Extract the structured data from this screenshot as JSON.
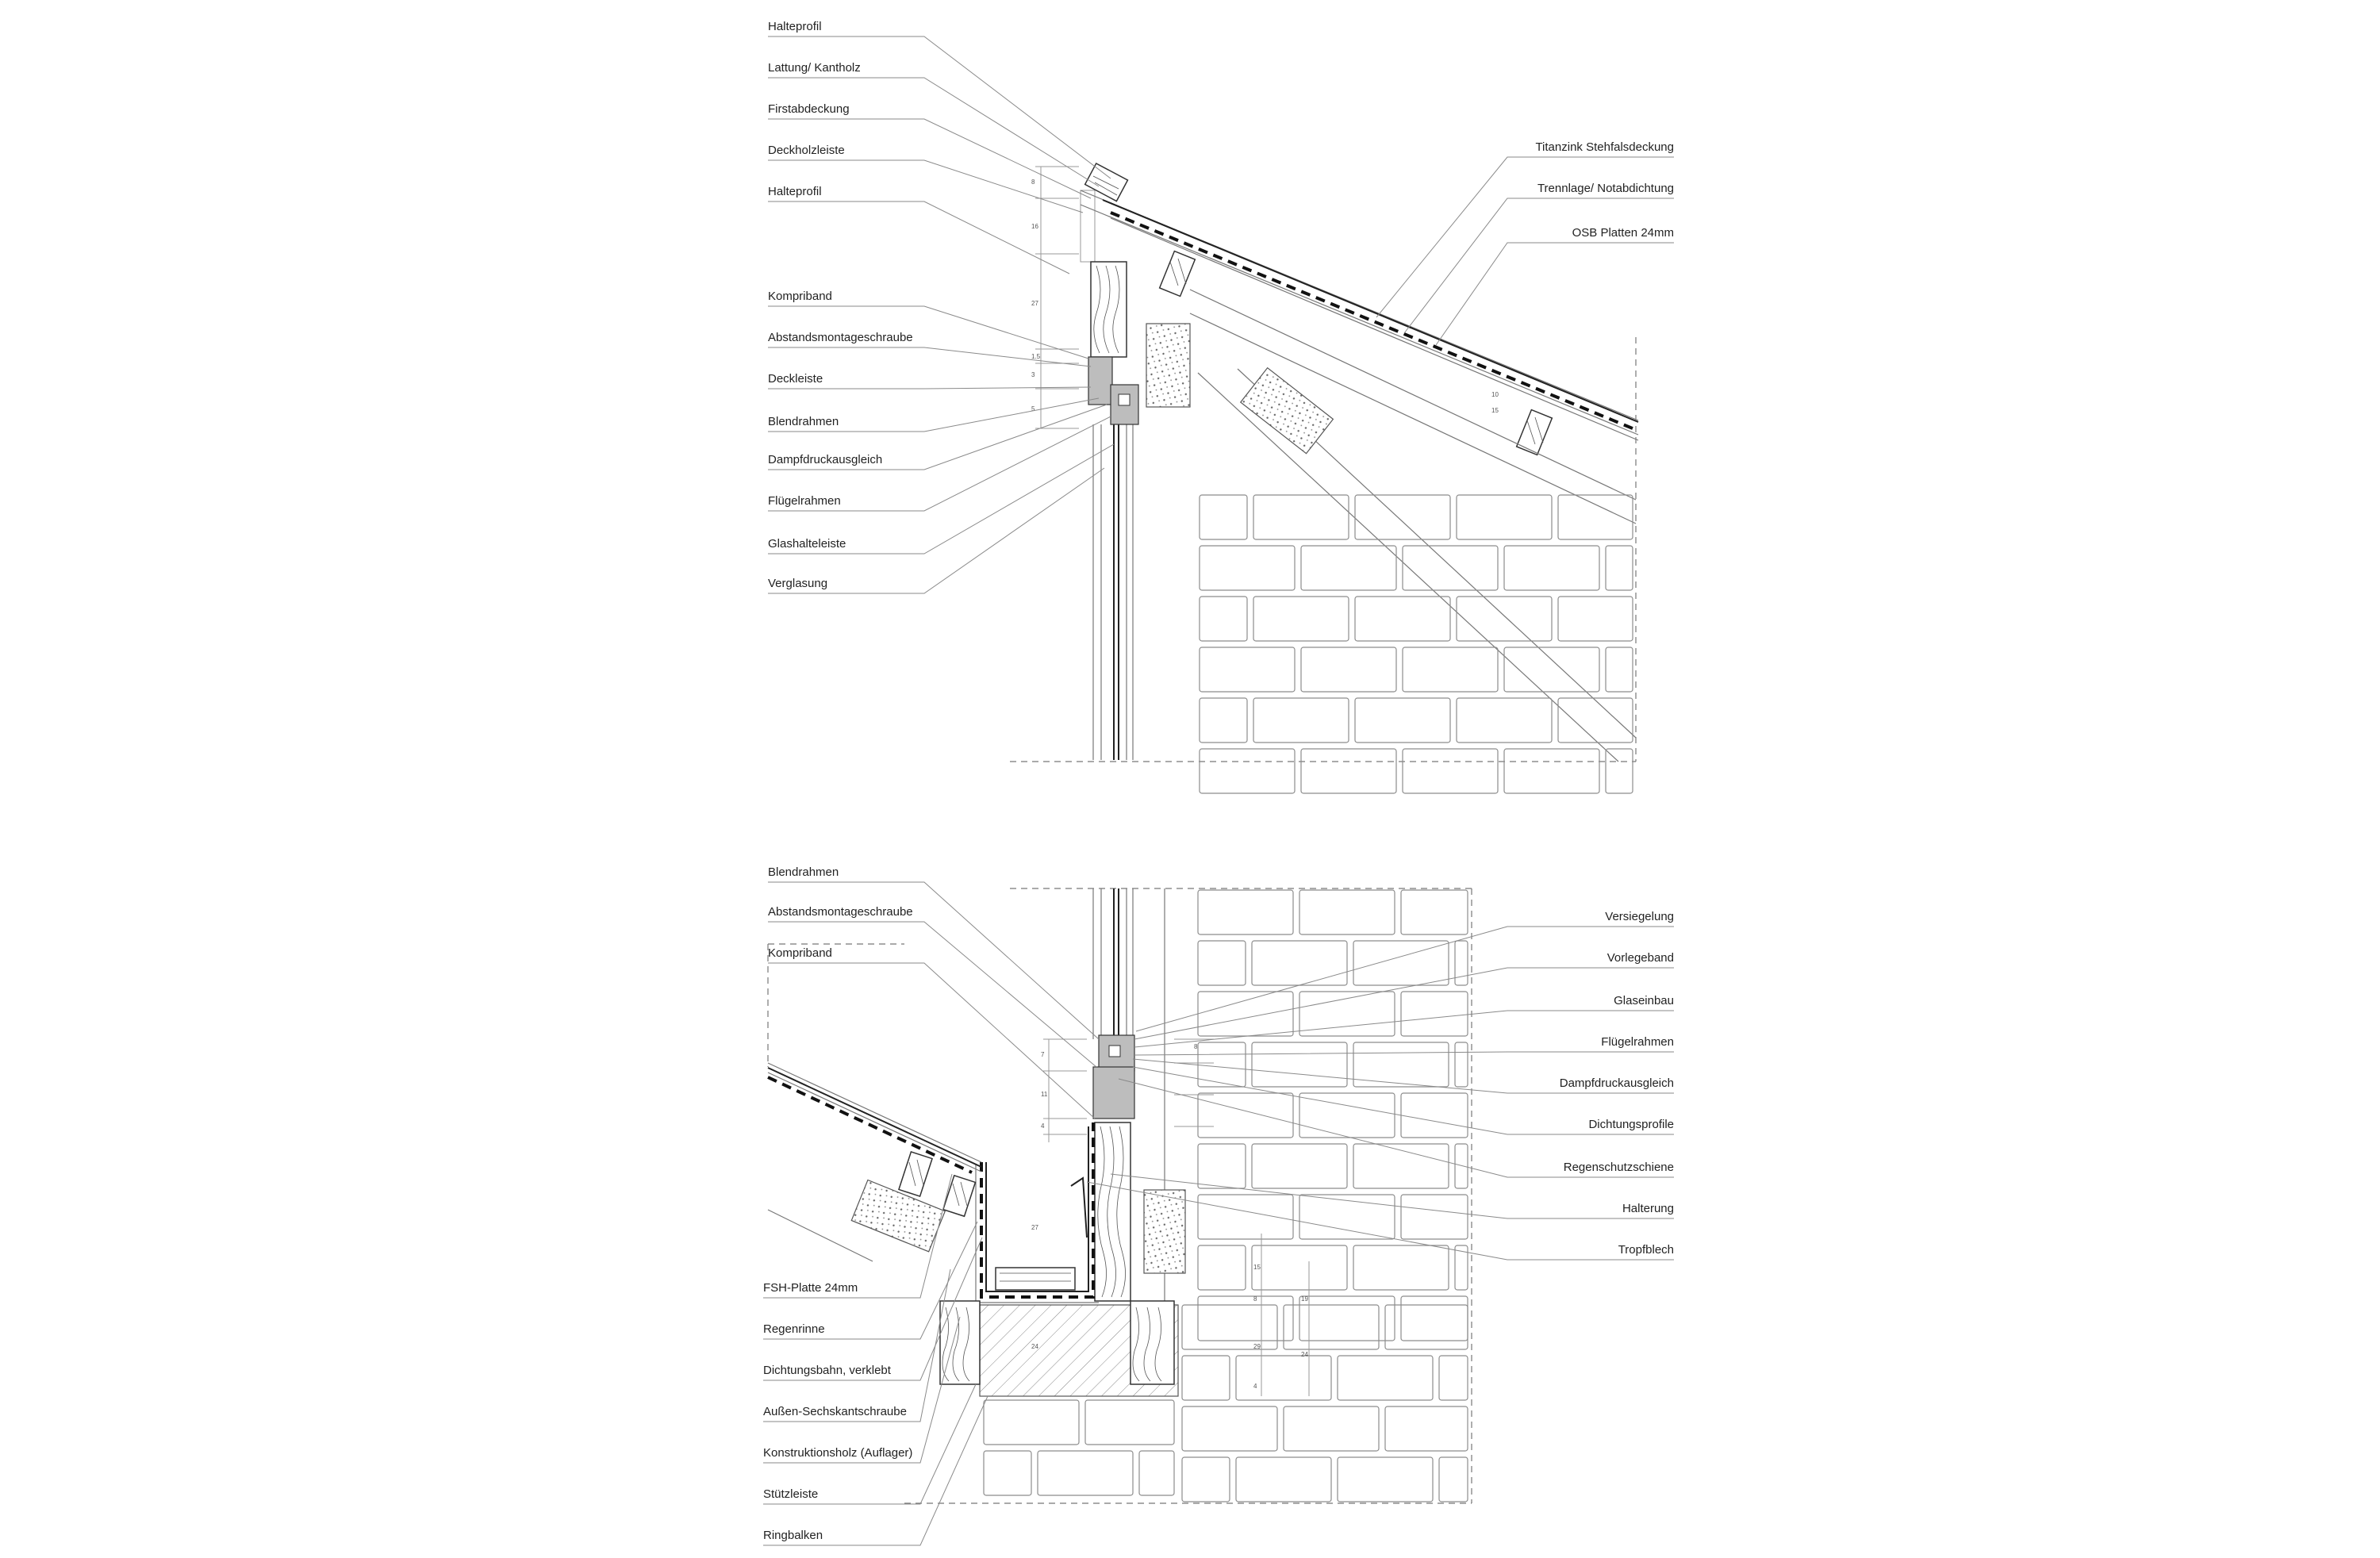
{
  "top_detail": {
    "labels_left": [
      "Halteprofil",
      "Lattung/ Kantholz",
      "Firstabdeckung",
      "Deckholzleiste",
      "Halteprofil",
      "Kompriband",
      "Abstandsmontageschraube",
      "Deckleiste",
      "Blendrahmen",
      "Dampfdruckausgleich",
      "Flügelrahmen",
      "Glashalteleiste",
      "Verglasung"
    ],
    "labels_right": [
      "Titanzink Stehfalsdeckung",
      "Trennlage/ Notabdichtung",
      "OSB Platten 24mm"
    ]
  },
  "bottom_detail": {
    "labels_left_upper": [
      "Blendrahmen",
      "Abstandsmontageschraube",
      "Kompriband"
    ],
    "labels_left_lower": [
      "FSH-Platte 24mm",
      "Regenrinne",
      "Dichtungsbahn, verklebt",
      "Außen-Sechskantschraube",
      "Konstruktionsholz (Auflager)",
      "Stützleiste",
      "Ringbalken"
    ],
    "labels_right": [
      "Versiegelung",
      "Vorlegeband",
      "Glaseinbau",
      "Flügelrahmen",
      "Dampfdruckausgleich",
      "Dichtungsprofile",
      "Regenschutzschiene",
      "Halterung",
      "Tropfblech"
    ]
  },
  "dimensions": {
    "top": [
      "8",
      "16",
      "27",
      "1.5",
      "3",
      "5",
      "10",
      "15"
    ],
    "bottom": [
      "7",
      "8",
      "11",
      "4",
      "27",
      "15",
      "19",
      "8",
      "29",
      "24",
      "4",
      "24"
    ]
  }
}
